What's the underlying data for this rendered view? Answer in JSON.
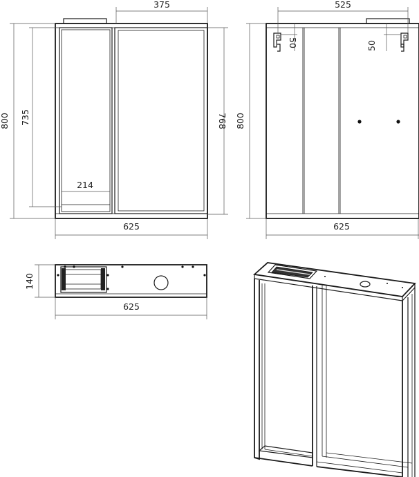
{
  "front_view": {
    "dim_top_width": "375",
    "dim_total_height": "800",
    "dim_open_shelf_height": "735",
    "dim_door_height": "768",
    "dim_shelf_width": "214",
    "dim_total_width": "625"
  },
  "back_view": {
    "dim_mount_spacing": "525",
    "dim_left_bracket": "50",
    "dim_right_bracket": "50",
    "dim_total_height": "800",
    "dim_total_width": "625"
  },
  "top_view": {
    "dim_depth": "140",
    "dim_width": "625"
  },
  "iso_view": {}
}
